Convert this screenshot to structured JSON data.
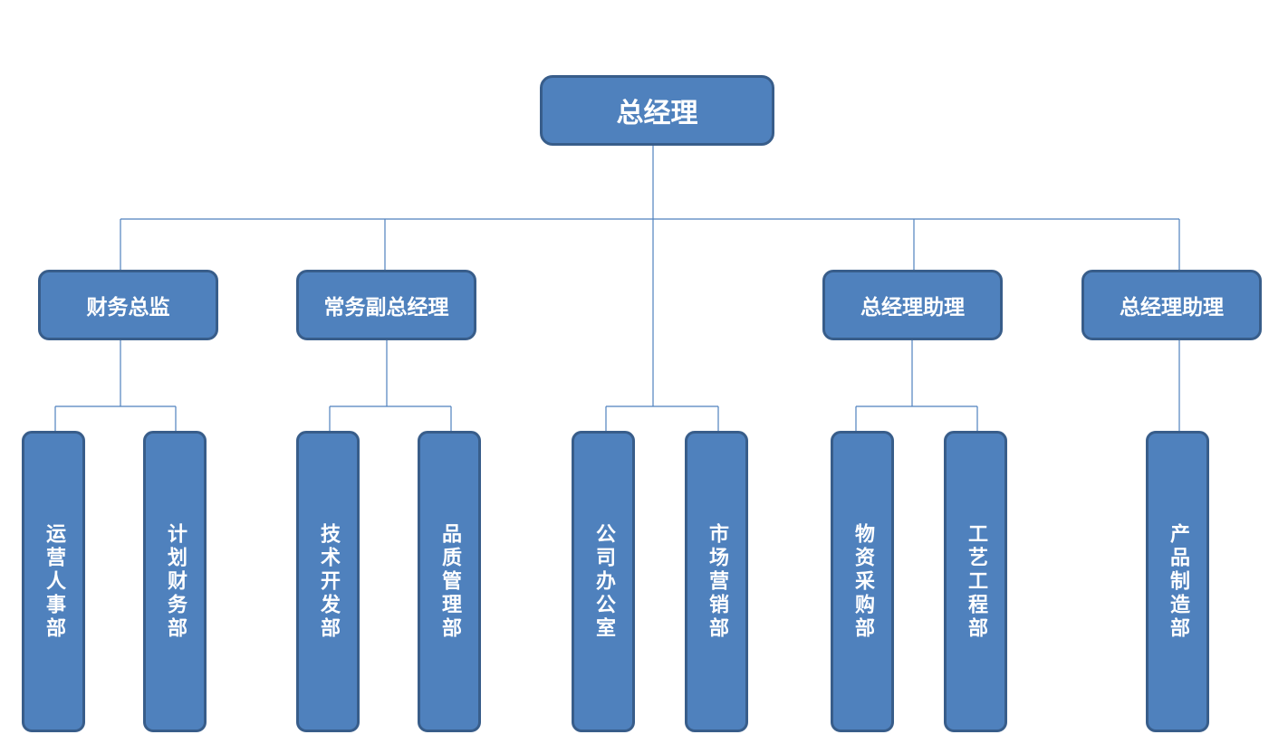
{
  "colors": {
    "fill": "#4f81bd",
    "border": "#385d8a",
    "line": "#4f81bd",
    "text": "#ffffff"
  },
  "root": {
    "label": "总经理"
  },
  "level1": [
    {
      "label": "财务总监"
    },
    {
      "label": "常务副总经理"
    },
    {
      "label": "总经理助理"
    },
    {
      "label": "总经理助理"
    }
  ],
  "level2": [
    {
      "label": "运营人事部"
    },
    {
      "label": "计划财务部"
    },
    {
      "label": "技术开发部"
    },
    {
      "label": "品质管理部"
    },
    {
      "label": "公司办公室"
    },
    {
      "label": "市场营销部"
    },
    {
      "label": "物资采购部"
    },
    {
      "label": "工艺工程部"
    },
    {
      "label": "产品制造部"
    }
  ]
}
